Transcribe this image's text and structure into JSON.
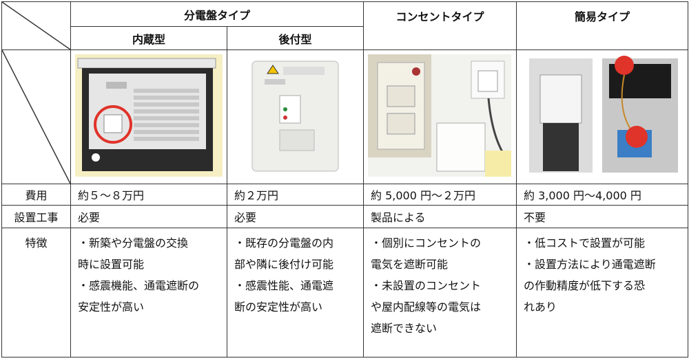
{
  "header": {
    "panel_type": "分電盤タイプ",
    "builtin": "内蔵型",
    "retrofit": "後付型",
    "outlet_type": "コンセントタイプ",
    "simple_type": "簡易タイプ"
  },
  "rows": {
    "cost": {
      "label": "費用",
      "builtin": "約５～８万円",
      "retrofit": "約２万円",
      "outlet": "約 5,000 円～２万円",
      "simple": "約 3,000 円～4,000 円"
    },
    "install": {
      "label": "設置工事",
      "builtin": "必要",
      "retrofit": "必要",
      "outlet": "製品による",
      "simple": "不要"
    },
    "features": {
      "label": "特徴",
      "builtin": [
        "・新築や分電盤の交換",
        "時に設置可能",
        "・感震機能、通電遮断の",
        "安定性が高い"
      ],
      "retrofit": [
        "・既存の分電盤の内",
        "部や隣に後付け可能",
        "・感震性能、通電遮",
        "断の安定性が高い"
      ],
      "outlet": [
        "・個別にコンセントの",
        "電気を遮断可能",
        "・未設置のコンセント",
        "や屋内配線等の電気は",
        "遮断できない"
      ],
      "simple": [
        "・低コストで設置が可能",
        "・設置方法により通電遮断",
        "の作動精度が低下する恐",
        "れあり"
      ]
    }
  },
  "photos": {
    "builtin": "builtin-breaker-panel-photo",
    "retrofit": "retrofit-breaker-unit-photo",
    "outlet": "outlet-breaker-photo",
    "simple": "simple-breaker-photo"
  },
  "colors": {
    "border": "#333333",
    "photo_bg_builtin": "#f6efc4",
    "highlight_circle": "#e0332a",
    "simple_ball": "#e0332a"
  }
}
